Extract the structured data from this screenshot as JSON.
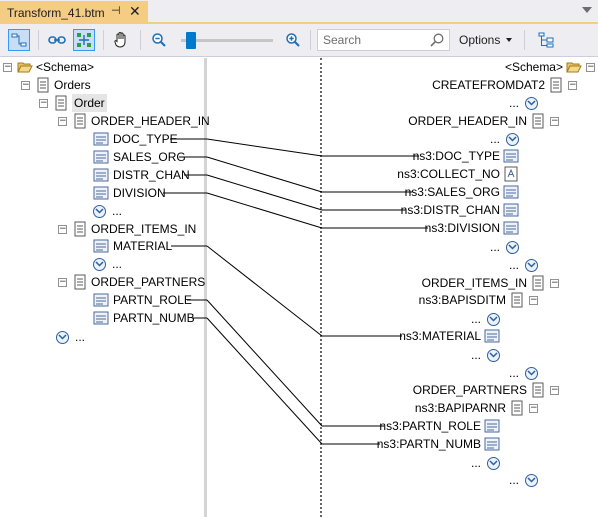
{
  "tab": {
    "title": "Transform_41.btm",
    "pin": "⊣",
    "close": "✕"
  },
  "toolbar": {
    "search_placeholder": "Search",
    "options_label": "Options"
  },
  "source": {
    "root": "<Schema>",
    "nodes": {
      "orders": "Orders",
      "order": "Order",
      "header": "ORDER_HEADER_IN",
      "doc_type": "DOC_TYPE",
      "sales_org": "SALES_ORG",
      "distr_chan": "DISTR_CHAN",
      "division": "DIVISION",
      "items": "ORDER_ITEMS_IN",
      "material": "MATERIAL",
      "partners": "ORDER_PARTNERS",
      "partn_role": "PARTN_ROLE",
      "partn_numb": "PARTN_NUMB"
    },
    "more": "..."
  },
  "target": {
    "root": "<Schema>",
    "nodes": {
      "create": "CREATEFROMDAT2",
      "header": "ORDER_HEADER_IN",
      "doc_type": "ns3:DOC_TYPE",
      "collect_no": "ns3:COLLECT_NO",
      "sales_org": "ns3:SALES_ORG",
      "distr_chan": "ns3:DISTR_CHAN",
      "division": "ns3:DIVISION",
      "items": "ORDER_ITEMS_IN",
      "bapisditm": "ns3:BAPISDITM",
      "material": "ns3:MATERIAL",
      "partners": "ORDER_PARTNERS",
      "bapiparnr": "ns3:BAPIPARNR",
      "partn_role": "ns3:PARTN_ROLE",
      "partn_numb": "ns3:PARTN_NUMB"
    },
    "more": "..."
  },
  "colors": {
    "tab_active": "#f5cc84",
    "toolbar_bg": "#eeeef2",
    "accent": "#007acc",
    "link_line": "#000000"
  }
}
